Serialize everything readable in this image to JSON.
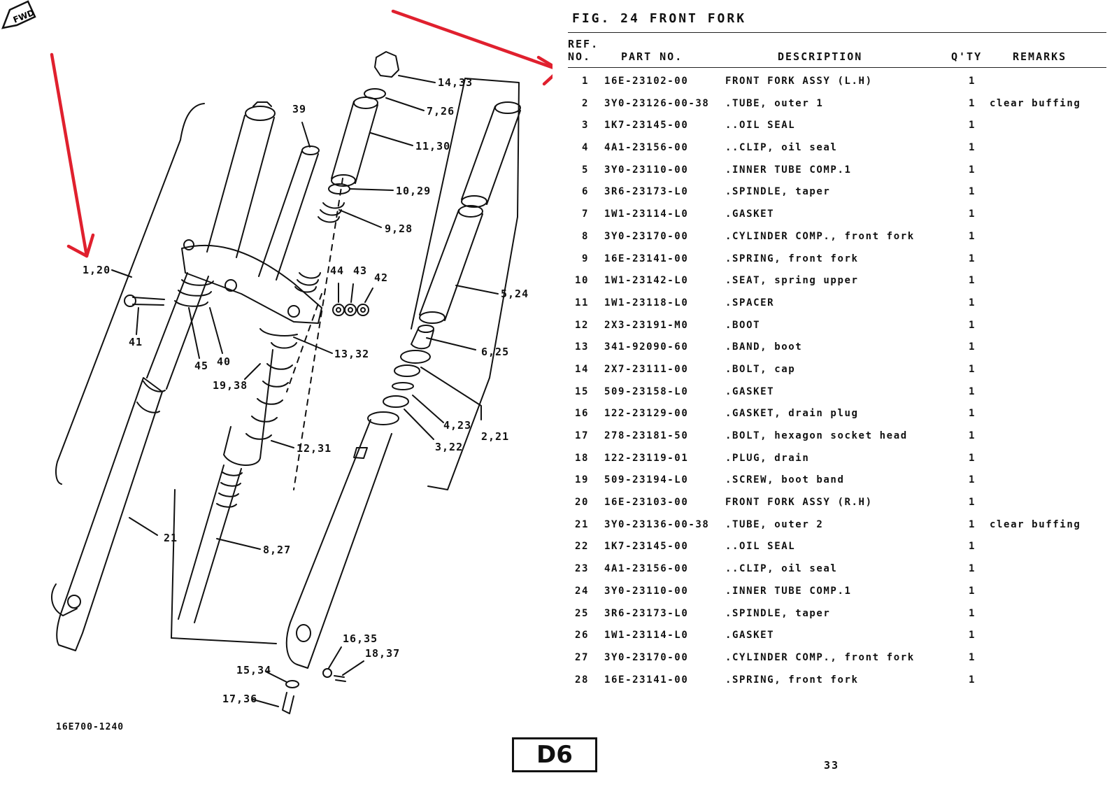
{
  "figure": {
    "title": "FIG. 24   FRONT FORK"
  },
  "table_header": {
    "ref_line1": "REF.",
    "ref_line2": "NO.",
    "part_no": "PART NO.",
    "description": "DESCRIPTION",
    "qty": "Q'TY",
    "remarks": "REMARKS"
  },
  "parts": [
    {
      "ref": "1",
      "part": "16E-23102-00",
      "desc": "FRONT FORK ASSY (L.H)",
      "qty": "1",
      "remarks": ""
    },
    {
      "ref": "2",
      "part": "3Y0-23126-00-38",
      "desc": ".TUBE, outer 1",
      "qty": "1",
      "remarks": "clear buffing"
    },
    {
      "ref": "3",
      "part": "1K7-23145-00",
      "desc": "..OIL SEAL",
      "qty": "1",
      "remarks": ""
    },
    {
      "ref": "4",
      "part": "4A1-23156-00",
      "desc": "..CLIP, oil seal",
      "qty": "1",
      "remarks": ""
    },
    {
      "ref": "5",
      "part": "3Y0-23110-00",
      "desc": ".INNER TUBE COMP.1",
      "qty": "1",
      "remarks": ""
    },
    {
      "ref": "6",
      "part": "3R6-23173-L0",
      "desc": ".SPINDLE, taper",
      "qty": "1",
      "remarks": ""
    },
    {
      "ref": "7",
      "part": "1W1-23114-L0",
      "desc": ".GASKET",
      "qty": "1",
      "remarks": ""
    },
    {
      "ref": "8",
      "part": "3Y0-23170-00",
      "desc": ".CYLINDER COMP., front fork",
      "qty": "1",
      "remarks": ""
    },
    {
      "ref": "9",
      "part": "16E-23141-00",
      "desc": ".SPRING, front fork",
      "qty": "1",
      "remarks": ""
    },
    {
      "ref": "10",
      "part": "1W1-23142-L0",
      "desc": ".SEAT, spring upper",
      "qty": "1",
      "remarks": ""
    },
    {
      "ref": "11",
      "part": "1W1-23118-L0",
      "desc": ".SPACER",
      "qty": "1",
      "remarks": ""
    },
    {
      "ref": "12",
      "part": "2X3-23191-M0",
      "desc": ".BOOT",
      "qty": "1",
      "remarks": ""
    },
    {
      "ref": "13",
      "part": "341-92090-60",
      "desc": ".BAND, boot",
      "qty": "1",
      "remarks": ""
    },
    {
      "ref": "14",
      "part": "2X7-23111-00",
      "desc": ".BOLT, cap",
      "qty": "1",
      "remarks": ""
    },
    {
      "ref": "15",
      "part": "509-23158-L0",
      "desc": ".GASKET",
      "qty": "1",
      "remarks": ""
    },
    {
      "ref": "16",
      "part": "122-23129-00",
      "desc": ".GASKET, drain plug",
      "qty": "1",
      "remarks": ""
    },
    {
      "ref": "17",
      "part": "278-23181-50",
      "desc": ".BOLT, hexagon socket head",
      "qty": "1",
      "remarks": ""
    },
    {
      "ref": "18",
      "part": "122-23119-01",
      "desc": ".PLUG, drain",
      "qty": "1",
      "remarks": ""
    },
    {
      "ref": "19",
      "part": "509-23194-L0",
      "desc": ".SCREW, boot band",
      "qty": "1",
      "remarks": ""
    },
    {
      "ref": "20",
      "part": "16E-23103-00",
      "desc": "FRONT FORK ASSY (R.H)",
      "qty": "1",
      "remarks": ""
    },
    {
      "ref": "21",
      "part": "3Y0-23136-00-38",
      "desc": ".TUBE, outer 2",
      "qty": "1",
      "remarks": "clear buffing"
    },
    {
      "ref": "22",
      "part": "1K7-23145-00",
      "desc": "..OIL SEAL",
      "qty": "1",
      "remarks": ""
    },
    {
      "ref": "23",
      "part": "4A1-23156-00",
      "desc": "..CLIP, oil seal",
      "qty": "1",
      "remarks": ""
    },
    {
      "ref": "24",
      "part": "3Y0-23110-00",
      "desc": ".INNER TUBE COMP.1",
      "qty": "1",
      "remarks": ""
    },
    {
      "ref": "25",
      "part": "3R6-23173-L0",
      "desc": ".SPINDLE, taper",
      "qty": "1",
      "remarks": ""
    },
    {
      "ref": "26",
      "part": "1W1-23114-L0",
      "desc": ".GASKET",
      "qty": "1",
      "remarks": ""
    },
    {
      "ref": "27",
      "part": "3Y0-23170-00",
      "desc": ".CYLINDER COMP., front fork",
      "qty": "1",
      "remarks": ""
    },
    {
      "ref": "28",
      "part": "16E-23141-00",
      "desc": ".SPRING, front fork",
      "qty": "1",
      "remarks": ""
    }
  ],
  "diagram": {
    "callouts": {
      "c_14_33": "14,33",
      "c_7_26": "7,26",
      "c_11_30": "11,30",
      "c_10_29": "10,29",
      "c_9_28": "9,28",
      "c_39": "39",
      "c_1_20": "1,20",
      "c_44": "44",
      "c_43": "43",
      "c_42": "42",
      "c_5_24": "5,24",
      "c_41": "41",
      "c_40": "40",
      "c_45": "45",
      "c_13_32": "13,32",
      "c_19_38": "19,38",
      "c_6_25": "6,25",
      "c_4_23": "4,23",
      "c_2_21": "2,21",
      "c_3_22": "3,22",
      "c_12_31": "12,31",
      "c_21": "21",
      "c_8_27": "8,27",
      "c_16_35": "16,35",
      "c_18_37": "18,37",
      "c_15_34": "15,34",
      "c_17_36": "17,36"
    },
    "fwd_label": "FWD",
    "diagram_id": "16E700-1240"
  },
  "annotation_color": "#e0202e",
  "page_badge": "D6",
  "page_number": "33"
}
